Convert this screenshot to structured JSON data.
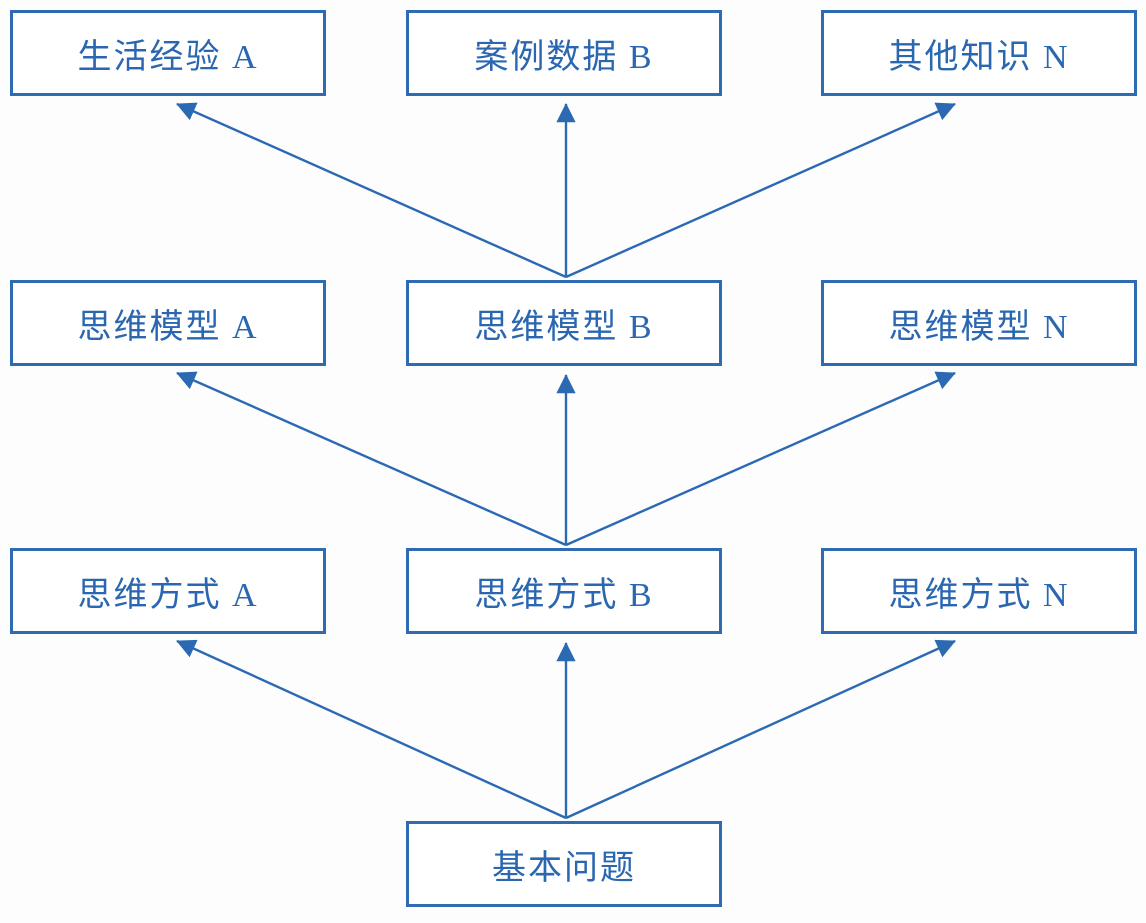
{
  "diagram": {
    "type": "bottom-up flow diagram",
    "rows": [
      {
        "nodes": [
          {
            "id": "life-experience-a",
            "label": "生活经验 A"
          },
          {
            "id": "case-data-b",
            "label": "案例数据 B"
          },
          {
            "id": "other-knowledge-n",
            "label": "其他知识 N"
          }
        ]
      },
      {
        "nodes": [
          {
            "id": "thinking-model-a",
            "label": "思维模型 A"
          },
          {
            "id": "thinking-model-b",
            "label": "思维模型 B"
          },
          {
            "id": "thinking-model-n",
            "label": "思维模型 N"
          }
        ]
      },
      {
        "nodes": [
          {
            "id": "thinking-way-a",
            "label": "思维方式 A"
          },
          {
            "id": "thinking-way-b",
            "label": "思维方式 B"
          },
          {
            "id": "thinking-way-n",
            "label": "思维方式 N"
          }
        ]
      },
      {
        "nodes": [
          {
            "id": "basic-question",
            "label": "基本问题"
          }
        ]
      }
    ],
    "edges": [
      {
        "from": "thinking-model-b",
        "to": "life-experience-a"
      },
      {
        "from": "thinking-model-b",
        "to": "case-data-b"
      },
      {
        "from": "thinking-model-b",
        "to": "other-knowledge-n"
      },
      {
        "from": "thinking-way-b",
        "to": "thinking-model-a"
      },
      {
        "from": "thinking-way-b",
        "to": "thinking-model-b"
      },
      {
        "from": "thinking-way-b",
        "to": "thinking-model-n"
      },
      {
        "from": "basic-question",
        "to": "thinking-way-a"
      },
      {
        "from": "basic-question",
        "to": "thinking-way-b"
      },
      {
        "from": "basic-question",
        "to": "thinking-way-n"
      }
    ]
  },
  "colors": {
    "accent": "#2e6bb2",
    "text": "#2a67b0",
    "arrow": "#2b6ab3",
    "background": "#fdfdfd"
  }
}
